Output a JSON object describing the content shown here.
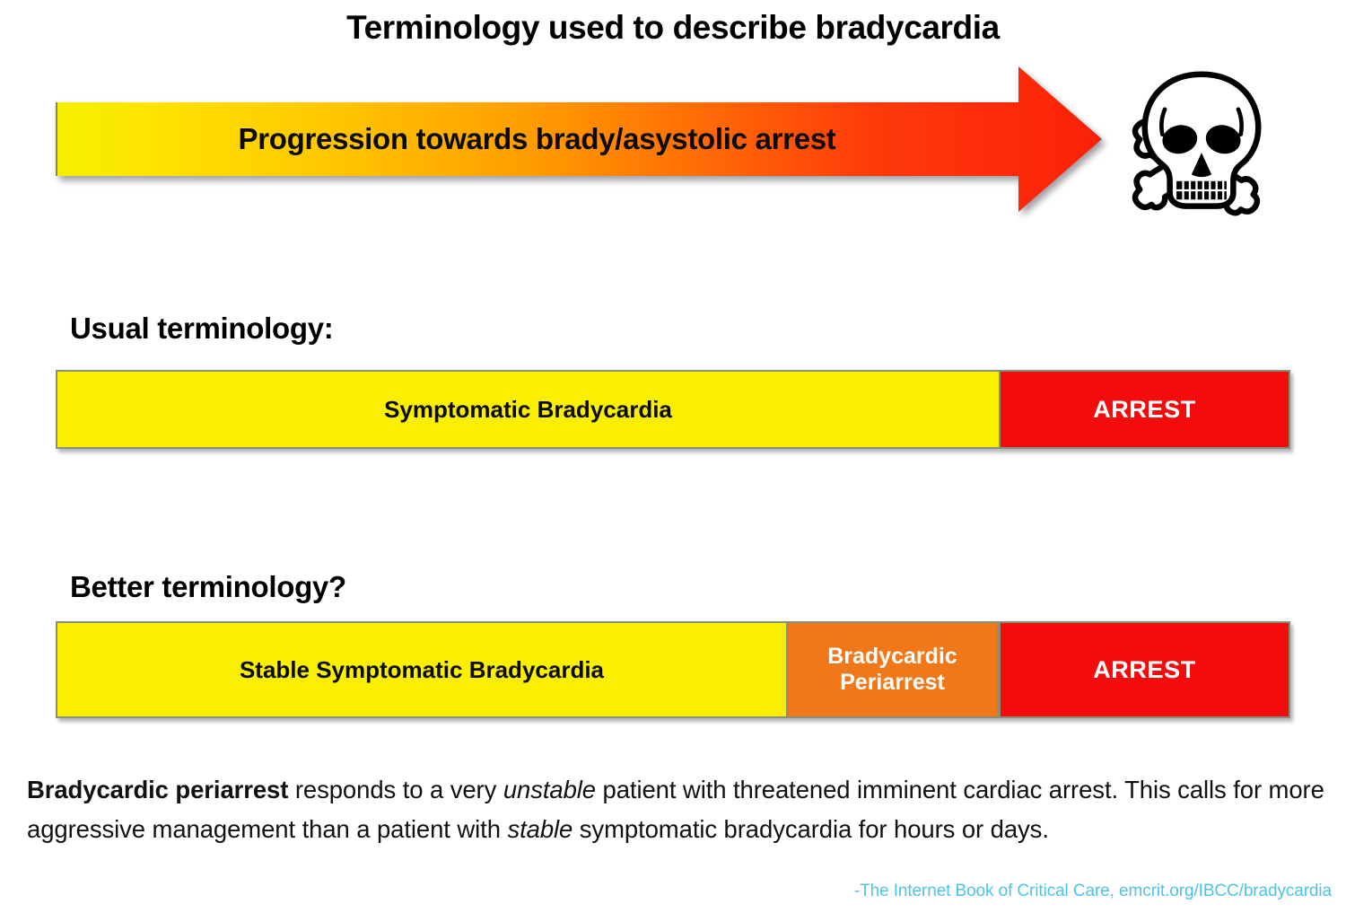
{
  "slide": {
    "title": "Terminology used to describe bradycardia",
    "background_color": "#ffffff"
  },
  "progression_arrow": {
    "label": "Progression towards brady/asystolic arrest",
    "gradient_start_color": "#f5f000",
    "gradient_mid_color": "#ff9d00",
    "gradient_end_color": "#fb2008",
    "direction": "left-to-right",
    "outcome_icon": "skull-and-crossbones-icon"
  },
  "usual_terminology": {
    "heading": "Usual terminology:",
    "segments": [
      {
        "label": "Symptomatic Bradycardia",
        "color": "#faef00",
        "text_color": "#0a0a0a"
      },
      {
        "label": "ARREST",
        "color": "#f40c0c",
        "text_color": "#ffffff"
      }
    ]
  },
  "better_terminology": {
    "heading": "Better terminology?",
    "segments": [
      {
        "label": "Stable Symptomatic Bradycardia",
        "color": "#faef00",
        "text_color": "#0a0a0a"
      },
      {
        "label": "Bradycardic Periarrest",
        "line1": "Bradycardic",
        "line2": "Periarrest",
        "color": "#f07818",
        "text_color": "#ffffff"
      },
      {
        "label": "ARREST",
        "color": "#f40c0c",
        "text_color": "#ffffff"
      }
    ]
  },
  "explanation": {
    "bold_lead": "Bradycardic periarrest",
    "part1": " responds to a very ",
    "italic1": "unstable",
    "part2": " patient with threatened imminent cardiac arrest. This calls for more aggressive management than a patient with ",
    "italic2": "stable",
    "part3": " symptomatic bradycardia for hours or days."
  },
  "citation": {
    "text": "-The Internet Book of Critical Care, emcrit.org/IBCC/bradycardia",
    "color": "#4ec3e8"
  }
}
